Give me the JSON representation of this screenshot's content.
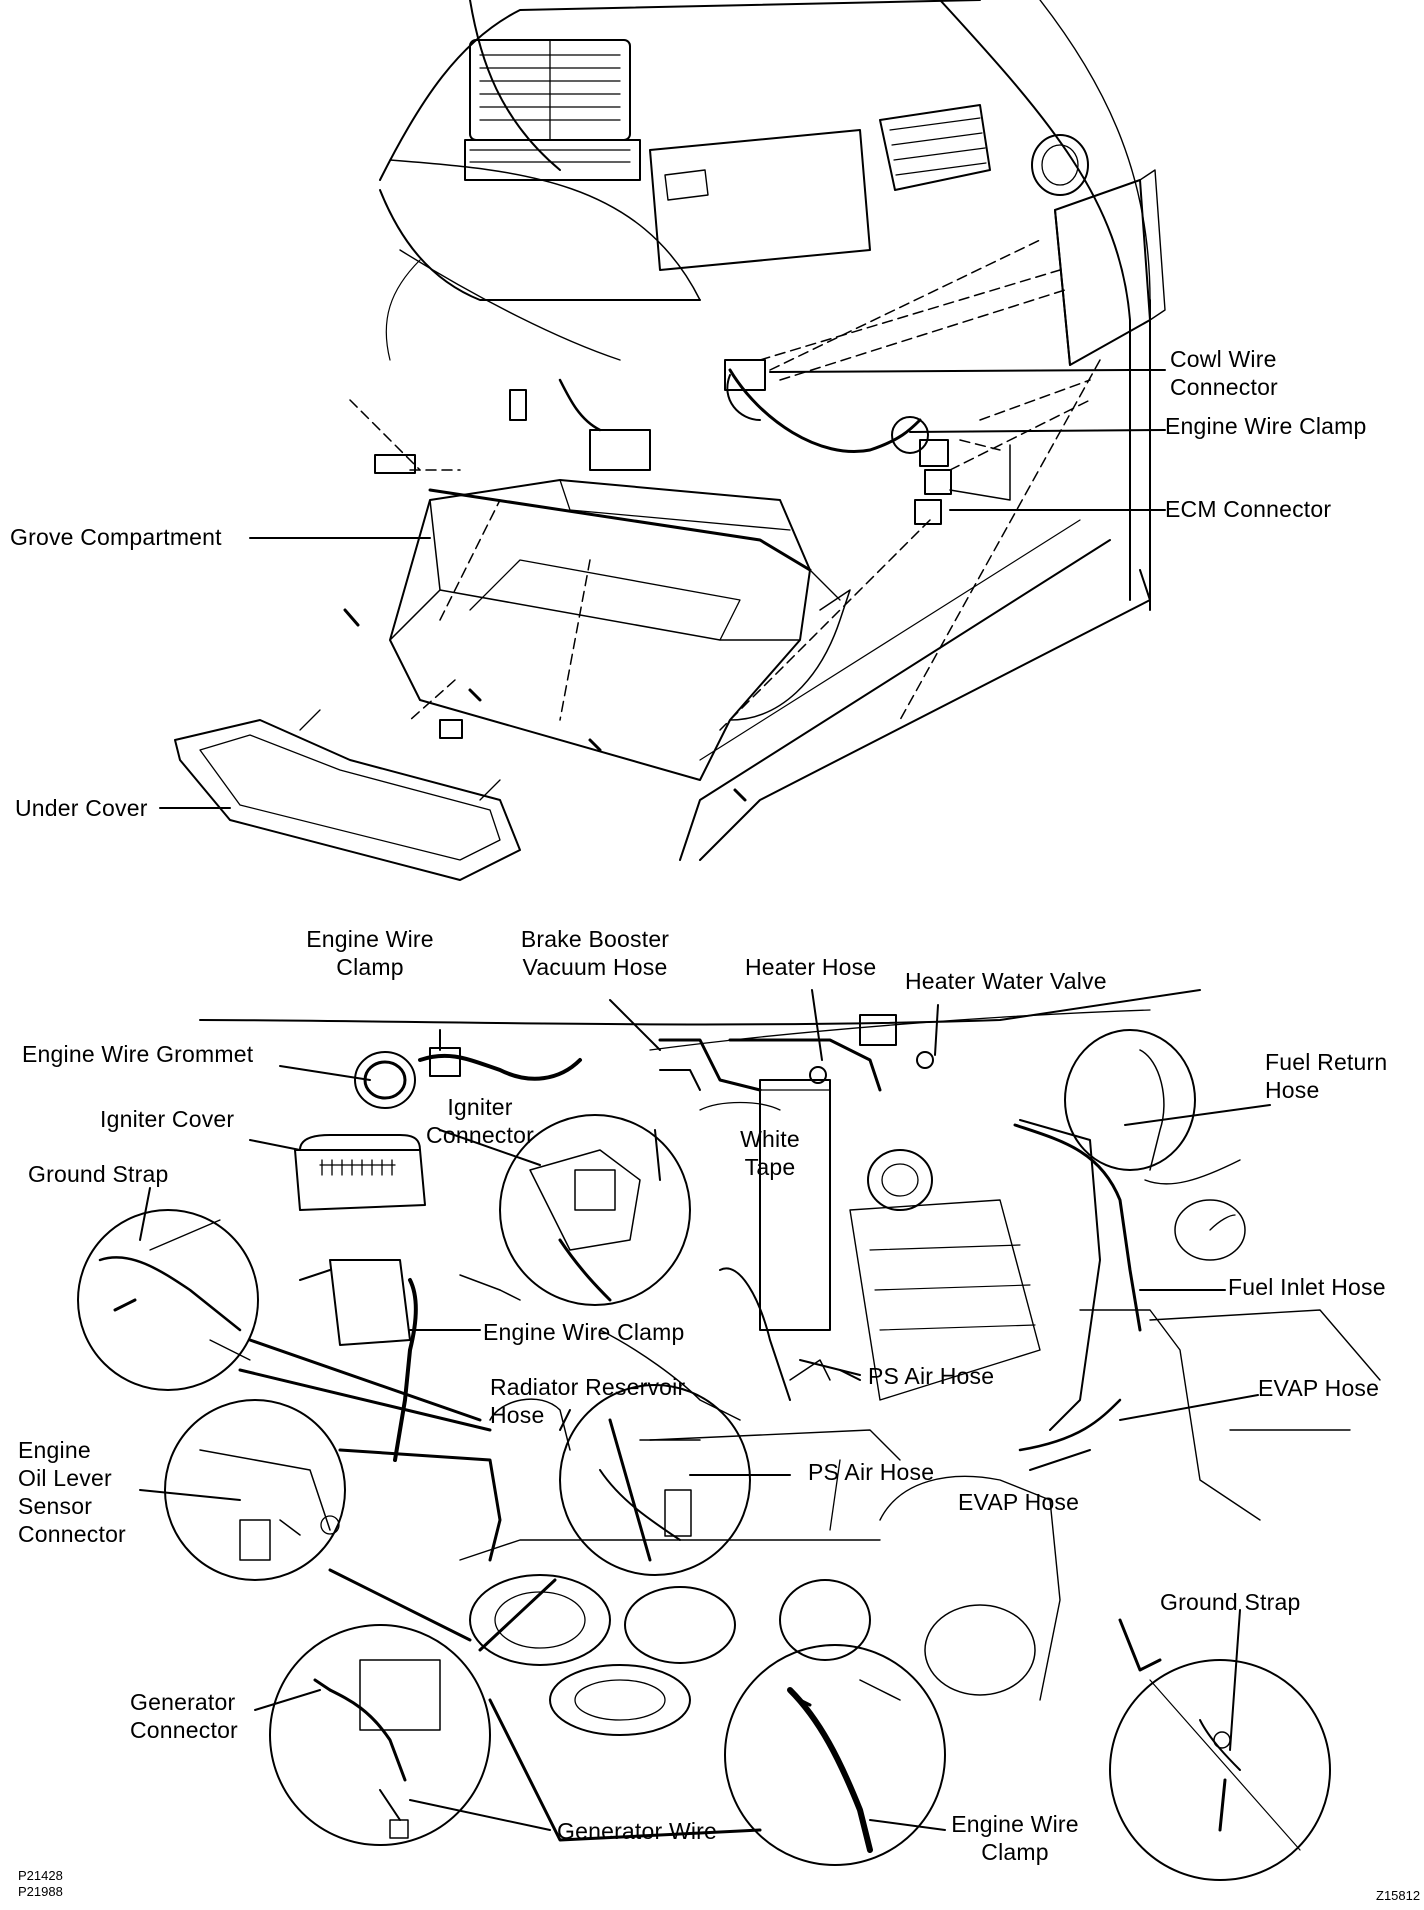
{
  "top_labels": {
    "cowl_wire_connector": "Cowl Wire\nConnector",
    "engine_wire_clamp": "Engine Wire Clamp",
    "ecm_connector": "ECM Connector",
    "grove_compartment": "Grove Compartment",
    "under_cover": "Under Cover"
  },
  "bottom_labels": {
    "engine_wire_clamp_top": "Engine Wire\nClamp",
    "brake_booster_vacuum_hose": "Brake Booster\nVacuum Hose",
    "heater_hose": "Heater Hose",
    "heater_water_valve": "Heater Water Valve",
    "engine_wire_grommet": "Engine Wire Grommet",
    "igniter_cover": "Igniter Cover",
    "igniter_connector": "Igniter\nConnector",
    "white_tape": "White\nTape",
    "fuel_return_hose": "Fuel Return\nHose",
    "ground_strap_left": "Ground Strap",
    "fuel_inlet_hose": "Fuel Inlet Hose",
    "engine_wire_clamp_mid": "Engine Wire Clamp",
    "ps_air_hose_1": "PS Air Hose",
    "radiator_reservoir_hose": "Radiator Reservoir\nHose",
    "evap_hose_right": "EVAP Hose",
    "engine_oil_lever_sensor_connector": "Engine\nOil Lever\nSensor\nConnector",
    "ps_air_hose_2": "PS Air Hose",
    "evap_hose_mid": "EVAP Hose",
    "ground_strap_right": "Ground Strap",
    "generator_connector": "Generator\nConnector",
    "generator_wire": "Generator Wire",
    "engine_wire_clamp_bottom": "Engine Wire\nClamp"
  },
  "codes": {
    "p21428": "P21428",
    "p21988": "P21988",
    "z15812": "Z15812"
  }
}
